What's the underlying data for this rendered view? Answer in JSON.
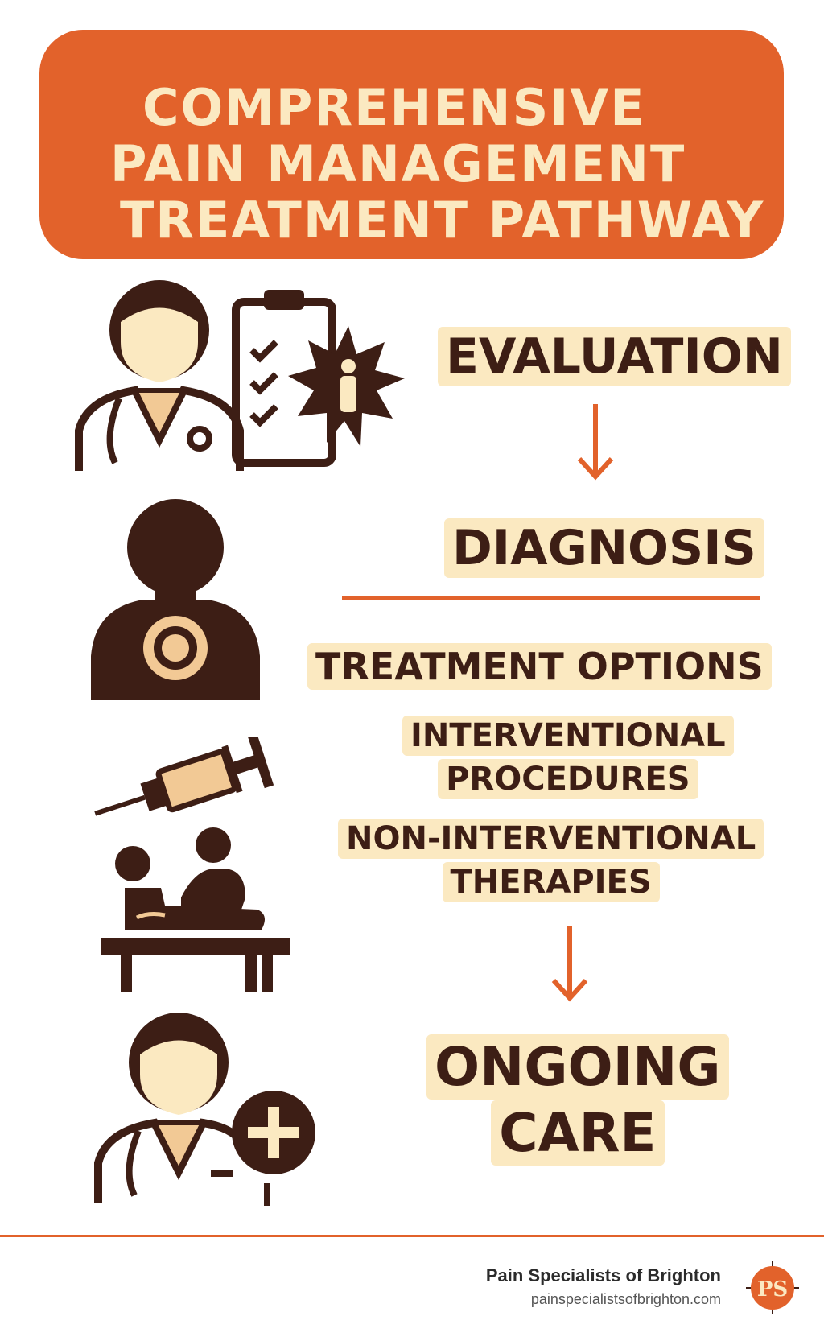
{
  "title": {
    "line1": "COMPREHENSIVE",
    "line2": "PAIN MANAGEMENT",
    "line3": "TREATMENT PATHWAY"
  },
  "steps": {
    "evaluation": "EVALUATION",
    "diagnosis": "DIAGNOSIS",
    "treatment_options": "TREATMENT OPTIONS",
    "interventional_1": "INTERVENTIONAL",
    "interventional_2": "PROCEDURES",
    "noninterventional_1": "NON-INTERVENTIONAL",
    "noninterventional_2": "THERAPIES",
    "ongoing_1": "ONGOING",
    "ongoing_2": "CARE"
  },
  "footer": {
    "brand_name": "Pain Specialists of Brighton",
    "brand_url": "painspecialistsofbrighton.com",
    "logo_letters": "PS"
  },
  "colors": {
    "accent": "#e2622b",
    "cream": "#fbe9c1",
    "dark_brown": "#3d1e15",
    "tan": "#f2c995"
  }
}
